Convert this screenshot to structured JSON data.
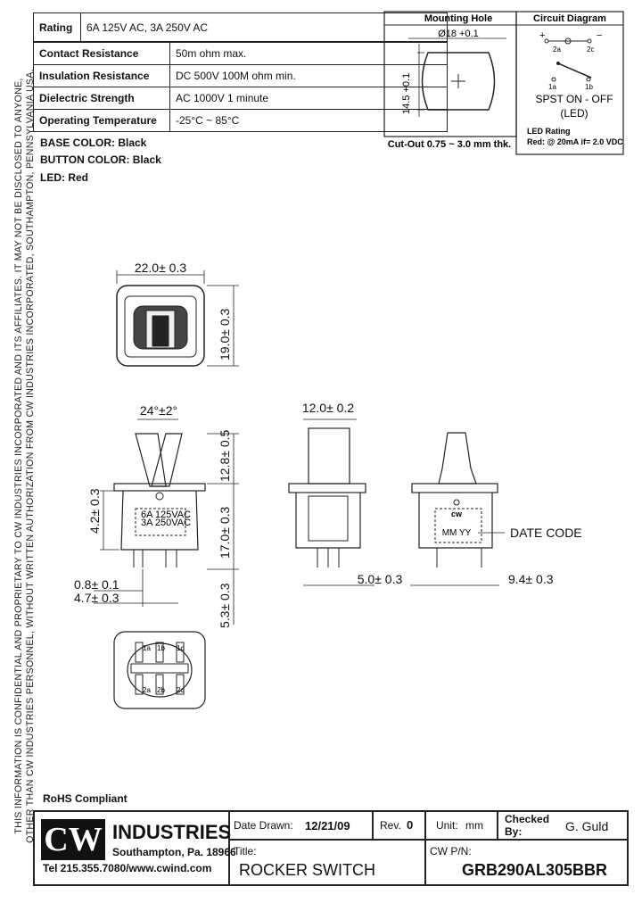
{
  "side_notice": {
    "line1": "THIS INFORMATION IS CONFIDENTIAL AND PROPRIETARY TO CW INDUSTRIES INCORPORATED AND ITS AFFILIATES.  IT MAY NOT BE DISCLOSED TO ANYONE,",
    "line2": "OTHER THAN CW INDUSTRIES PERSONNEL, WITHOUT WRITTEN AUTHORIZATION FROM CW INDUSTRIES INCORPORATED, SOUTHAMPTON, PENNSYLVANIA USA."
  },
  "specs": [
    {
      "label": "Rating",
      "value": "6A 125V AC, 3A 250V AC"
    },
    {
      "label": "Contact Resistance",
      "value": "50m ohm max."
    },
    {
      "label": "Insulation Resistance",
      "value": "DC 500V 100M ohm min."
    },
    {
      "label": "Dielectric Strength",
      "value": "AC 1000V  1 minute"
    },
    {
      "label": "Operating Temperature",
      "value": "-25°C ~ 85°C"
    }
  ],
  "colors": {
    "base": "BASE COLOR: Black",
    "button": "BUTTON COLOR: Black",
    "led": "LED: Red"
  },
  "mounting_hole": {
    "title": "Mounting Hole",
    "diameter": "Ø18 +0.1",
    "height": "14.5 +0.1",
    "cutout": "Cut-Out 0.75 ~ 3.0 mm thk."
  },
  "circuit": {
    "title": "Circuit Diagram",
    "plus": "+",
    "minus": "−",
    "t2a": "2a",
    "t2c": "2c",
    "t1a": "1a",
    "t1b": "1b",
    "type": "SPST ON - OFF",
    "led": "(LED)",
    "led_rating_title": "LED Rating",
    "led_rating": "Red: @ 20mA if= 2.0 VDC"
  },
  "dims": {
    "width_top": "22.0± 0.3",
    "height_top": "19.0± 0.3",
    "angle": "24°±2°",
    "d42": "4.2± 0.3",
    "d128": "12.8± 0.5",
    "d170": "17.0± 0.3",
    "d53": "5.3± 0.3",
    "d08": "0.8± 0.1",
    "d47": "4.7± 0.3",
    "d120": "12.0± 0.2",
    "d50": "5.0± 0.3",
    "d94": "9.4± 0.3",
    "body_rating1": "6A 125VAC",
    "body_rating2": "3A 250VAC",
    "mmyy": "MM YY",
    "cw": "cw",
    "date_code": "DATE CODE",
    "p1a": "1a",
    "p1b": "1b",
    "p1c": "1c",
    "p2a": "2a",
    "p2b": "2b",
    "p2c": "2c"
  },
  "rohs": "RoHS Compliant",
  "company": {
    "name": "INDUSTRIES",
    "city": "Southampton, Pa. 18966",
    "contact": "Tel 215.355.7080/www.cwind.com",
    "logo": "CW"
  },
  "title_block": {
    "date_label": "Date Drawn:",
    "date": "12/21/09",
    "rev_label": "Rev.",
    "rev": "0",
    "unit_label": "Unit:",
    "unit": "mm",
    "checked_label1": "Checked",
    "checked_label2": "By:",
    "checked": "G. Guld",
    "title_label": "Title:",
    "title": "ROCKER SWITCH",
    "pn_label": "CW P/N:",
    "pn": "GRB290AL305BBR"
  }
}
